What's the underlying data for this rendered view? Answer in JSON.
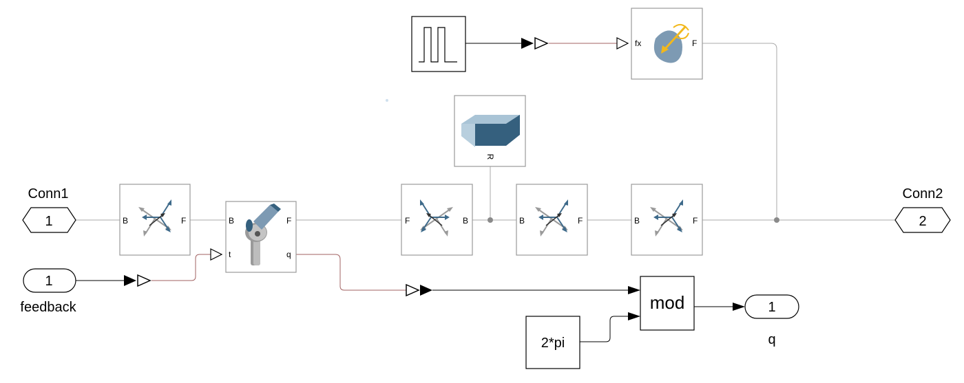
{
  "ports": {
    "conn1": {
      "name": "Conn1",
      "number": "1"
    },
    "conn2": {
      "name": "Conn2",
      "number": "2"
    },
    "feedback_in": {
      "number": "1",
      "name": "feedback"
    },
    "q_out": {
      "number": "1",
      "name": "q"
    }
  },
  "blocks": {
    "transform1": {
      "left_port": "B",
      "right_port": "F"
    },
    "revolute_joint": {
      "left_port_top": "B",
      "left_port_bottom": "t",
      "right_port_top": "F",
      "right_port_bottom": "q"
    },
    "transform2": {
      "left_port": "F",
      "right_port": "B"
    },
    "transform3": {
      "left_port": "B",
      "right_port": "F"
    },
    "transform4": {
      "left_port": "B",
      "right_port": "F"
    },
    "solid": {
      "port": "R"
    },
    "external_force": {
      "left_port": "fx",
      "right_port": "F"
    },
    "mod": {
      "label": "mod"
    },
    "constant": {
      "value": "2*pi"
    }
  },
  "colors": {
    "block_border": "#9a9a9a",
    "signal_line": "#000000",
    "physical_line": "#a8a8a8",
    "physical_signal_line": "#a06060",
    "frame_blue": "#3e6a8a",
    "frame_gray": "#9a9a9a",
    "solid_top": "#a9c4d6",
    "solid_side": "#35607e",
    "force_yellow": "#f2b81c"
  }
}
